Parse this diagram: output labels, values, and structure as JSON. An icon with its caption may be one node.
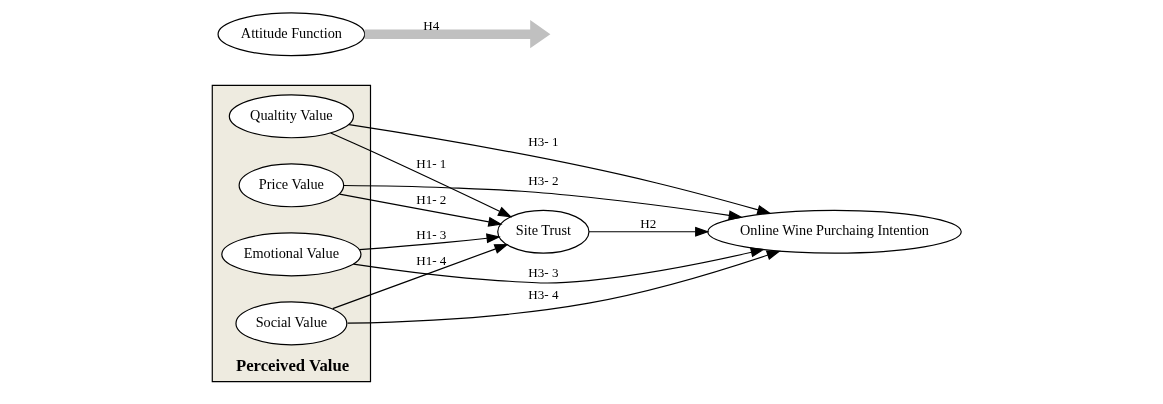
{
  "diagram": {
    "nodes": [
      {
        "text": [
          "Perceived Value"
        ]
      },
      {
        "text": [
          "Qualtity Value"
        ],
        "in": 0
      },
      {
        "text": [
          "Price Value"
        ],
        "in": 0
      },
      {
        "text": [
          "Emotional Value"
        ],
        "in": 0
      },
      {
        "text": [
          "Social Value"
        ],
        "in": 0
      },
      {
        "text": [
          "Site Trust"
        ]
      },
      {
        "text": [
          "Online Wine Purchaing Intention"
        ]
      },
      {
        "text": [
          "Attitude Function"
        ]
      }
    ],
    "edges": [
      {
        "from": 1,
        "to": 5,
        "arrow": "to",
        "label": "H1- 1"
      },
      {
        "from": 2,
        "to": 5,
        "arrow": "to",
        "label": "H1- 2"
      },
      {
        "from": 3,
        "to": 5,
        "arrow": "to",
        "label": "H1- 3"
      },
      {
        "from": 4,
        "to": 5,
        "arrow": "to",
        "label": "H1- 4"
      },
      {
        "from": 1,
        "to": 6,
        "arrow": "to",
        "label": "H3- 1"
      },
      {
        "from": 2,
        "to": 6,
        "arrow": "to",
        "label": "H3- 2"
      },
      {
        "from": 5,
        "to": 6,
        "arrow": "to",
        "label": "H2"
      },
      {
        "from": 3,
        "to": 6,
        "arrow": "to",
        "label": "H3- 3"
      },
      {
        "from": 4,
        "to": 6,
        "arrow": "to",
        "label": "H3- 4"
      },
      {
        "from": 7,
        "to": null,
        "arrow": "to",
        "label": "H4",
        "style": "thick",
        "color": "#c0c0c0"
      }
    ]
  }
}
